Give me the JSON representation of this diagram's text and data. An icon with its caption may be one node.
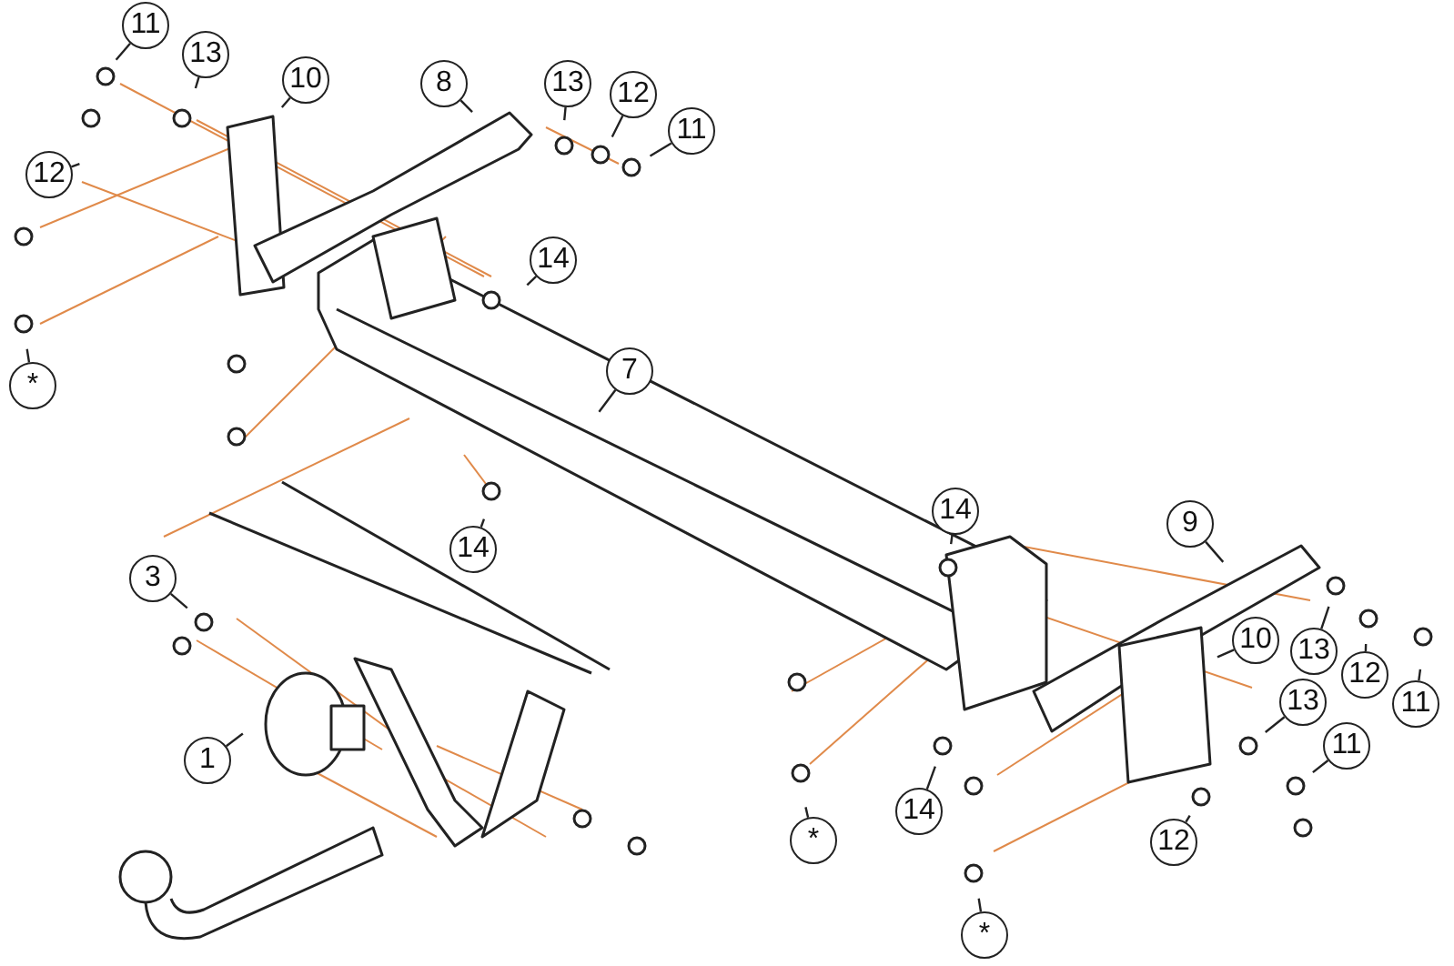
{
  "diagram": {
    "nodes": [
      {
        "text": [
          "11"
        ]
      },
      {
        "text": [
          "13"
        ]
      },
      {
        "text": [
          "10"
        ]
      },
      {
        "text": [
          "8"
        ]
      },
      {
        "text": [
          "13"
        ]
      },
      {
        "text": [
          "12"
        ]
      },
      {
        "text": [
          "11"
        ]
      },
      {
        "text": [
          "12"
        ]
      },
      {
        "text": [
          "14"
        ]
      },
      {
        "text": [
          "*"
        ]
      },
      {
        "text": [
          "7"
        ]
      },
      {
        "text": [
          "14"
        ]
      },
      {
        "text": [
          "14"
        ]
      },
      {
        "text": [
          "9"
        ]
      },
      {
        "text": [
          "3"
        ]
      },
      {
        "text": [
          "10"
        ]
      },
      {
        "text": [
          "13"
        ]
      },
      {
        "text": [
          "12"
        ]
      },
      {
        "text": [
          "11"
        ]
      },
      {
        "text": [
          "1"
        ]
      },
      {
        "text": [
          "13"
        ]
      },
      {
        "text": [
          "11"
        ]
      },
      {
        "text": [
          "14"
        ]
      },
      {
        "text": [
          "*"
        ]
      },
      {
        "text": [
          "12"
        ]
      },
      {
        "text": [
          "*"
        ]
      }
    ],
    "edges": [
      {
        "from": 0,
        "to": null,
        "arrow": "none"
      },
      {
        "from": 1,
        "to": null,
        "arrow": "none"
      },
      {
        "from": 2,
        "to": null,
        "arrow": "none"
      },
      {
        "from": 3,
        "to": null,
        "arrow": "none"
      },
      {
        "from": 4,
        "to": null,
        "arrow": "none"
      },
      {
        "from": 5,
        "to": null,
        "arrow": "none"
      },
      {
        "from": 6,
        "to": null,
        "arrow": "none"
      },
      {
        "from": 7,
        "to": null,
        "arrow": "none"
      },
      {
        "from": 8,
        "to": null,
        "arrow": "none"
      },
      {
        "from": 9,
        "to": null,
        "arrow": "none"
      },
      {
        "from": 10,
        "to": null,
        "arrow": "none"
      },
      {
        "from": 11,
        "to": null,
        "arrow": "none"
      },
      {
        "from": 12,
        "to": null,
        "arrow": "none"
      },
      {
        "from": 13,
        "to": null,
        "arrow": "none"
      },
      {
        "from": 14,
        "to": null,
        "arrow": "none"
      },
      {
        "from": 15,
        "to": null,
        "arrow": "none"
      },
      {
        "from": 16,
        "to": null,
        "arrow": "none"
      },
      {
        "from": 17,
        "to": null,
        "arrow": "none"
      },
      {
        "from": 18,
        "to": null,
        "arrow": "none"
      },
      {
        "from": 19,
        "to": null,
        "arrow": "none"
      },
      {
        "from": 20,
        "to": null,
        "arrow": "none"
      },
      {
        "from": 21,
        "to": null,
        "arrow": "none"
      },
      {
        "from": 22,
        "to": null,
        "arrow": "none"
      },
      {
        "from": 23,
        "to": null,
        "arrow": "none"
      },
      {
        "from": 24,
        "to": null,
        "arrow": "none"
      },
      {
        "from": 25,
        "to": null,
        "arrow": "none"
      }
    ]
  }
}
